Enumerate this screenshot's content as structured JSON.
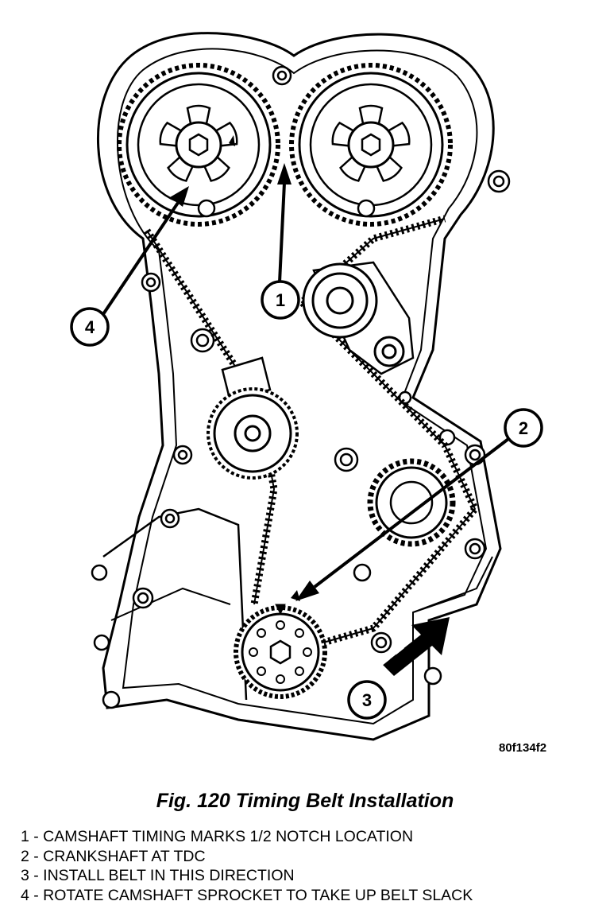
{
  "figure": {
    "code": "80f134f2",
    "caption": "Fig. 120 Timing Belt Installation"
  },
  "callouts": [
    {
      "num": "1",
      "text": "CAMSHAFT TIMING MARKS 1/2 NOTCH LOCATION"
    },
    {
      "num": "2",
      "text": "CRANKSHAFT AT TDC"
    },
    {
      "num": "3",
      "text": "INSTALL BELT IN THIS DIRECTION"
    },
    {
      "num": "4",
      "text": "ROTATE CAMSHAFT SPROCKET TO TAKE UP BELT SLACK"
    }
  ],
  "legend": [
    "1 - CAMSHAFT TIMING MARKS 1/2 NOTCH LOCATION",
    "2 - CRANKSHAFT AT TDC",
    "3 - INSTALL BELT IN THIS DIRECTION",
    "4 - ROTATE CAMSHAFT SPROCKET TO TAKE UP BELT SLACK"
  ]
}
